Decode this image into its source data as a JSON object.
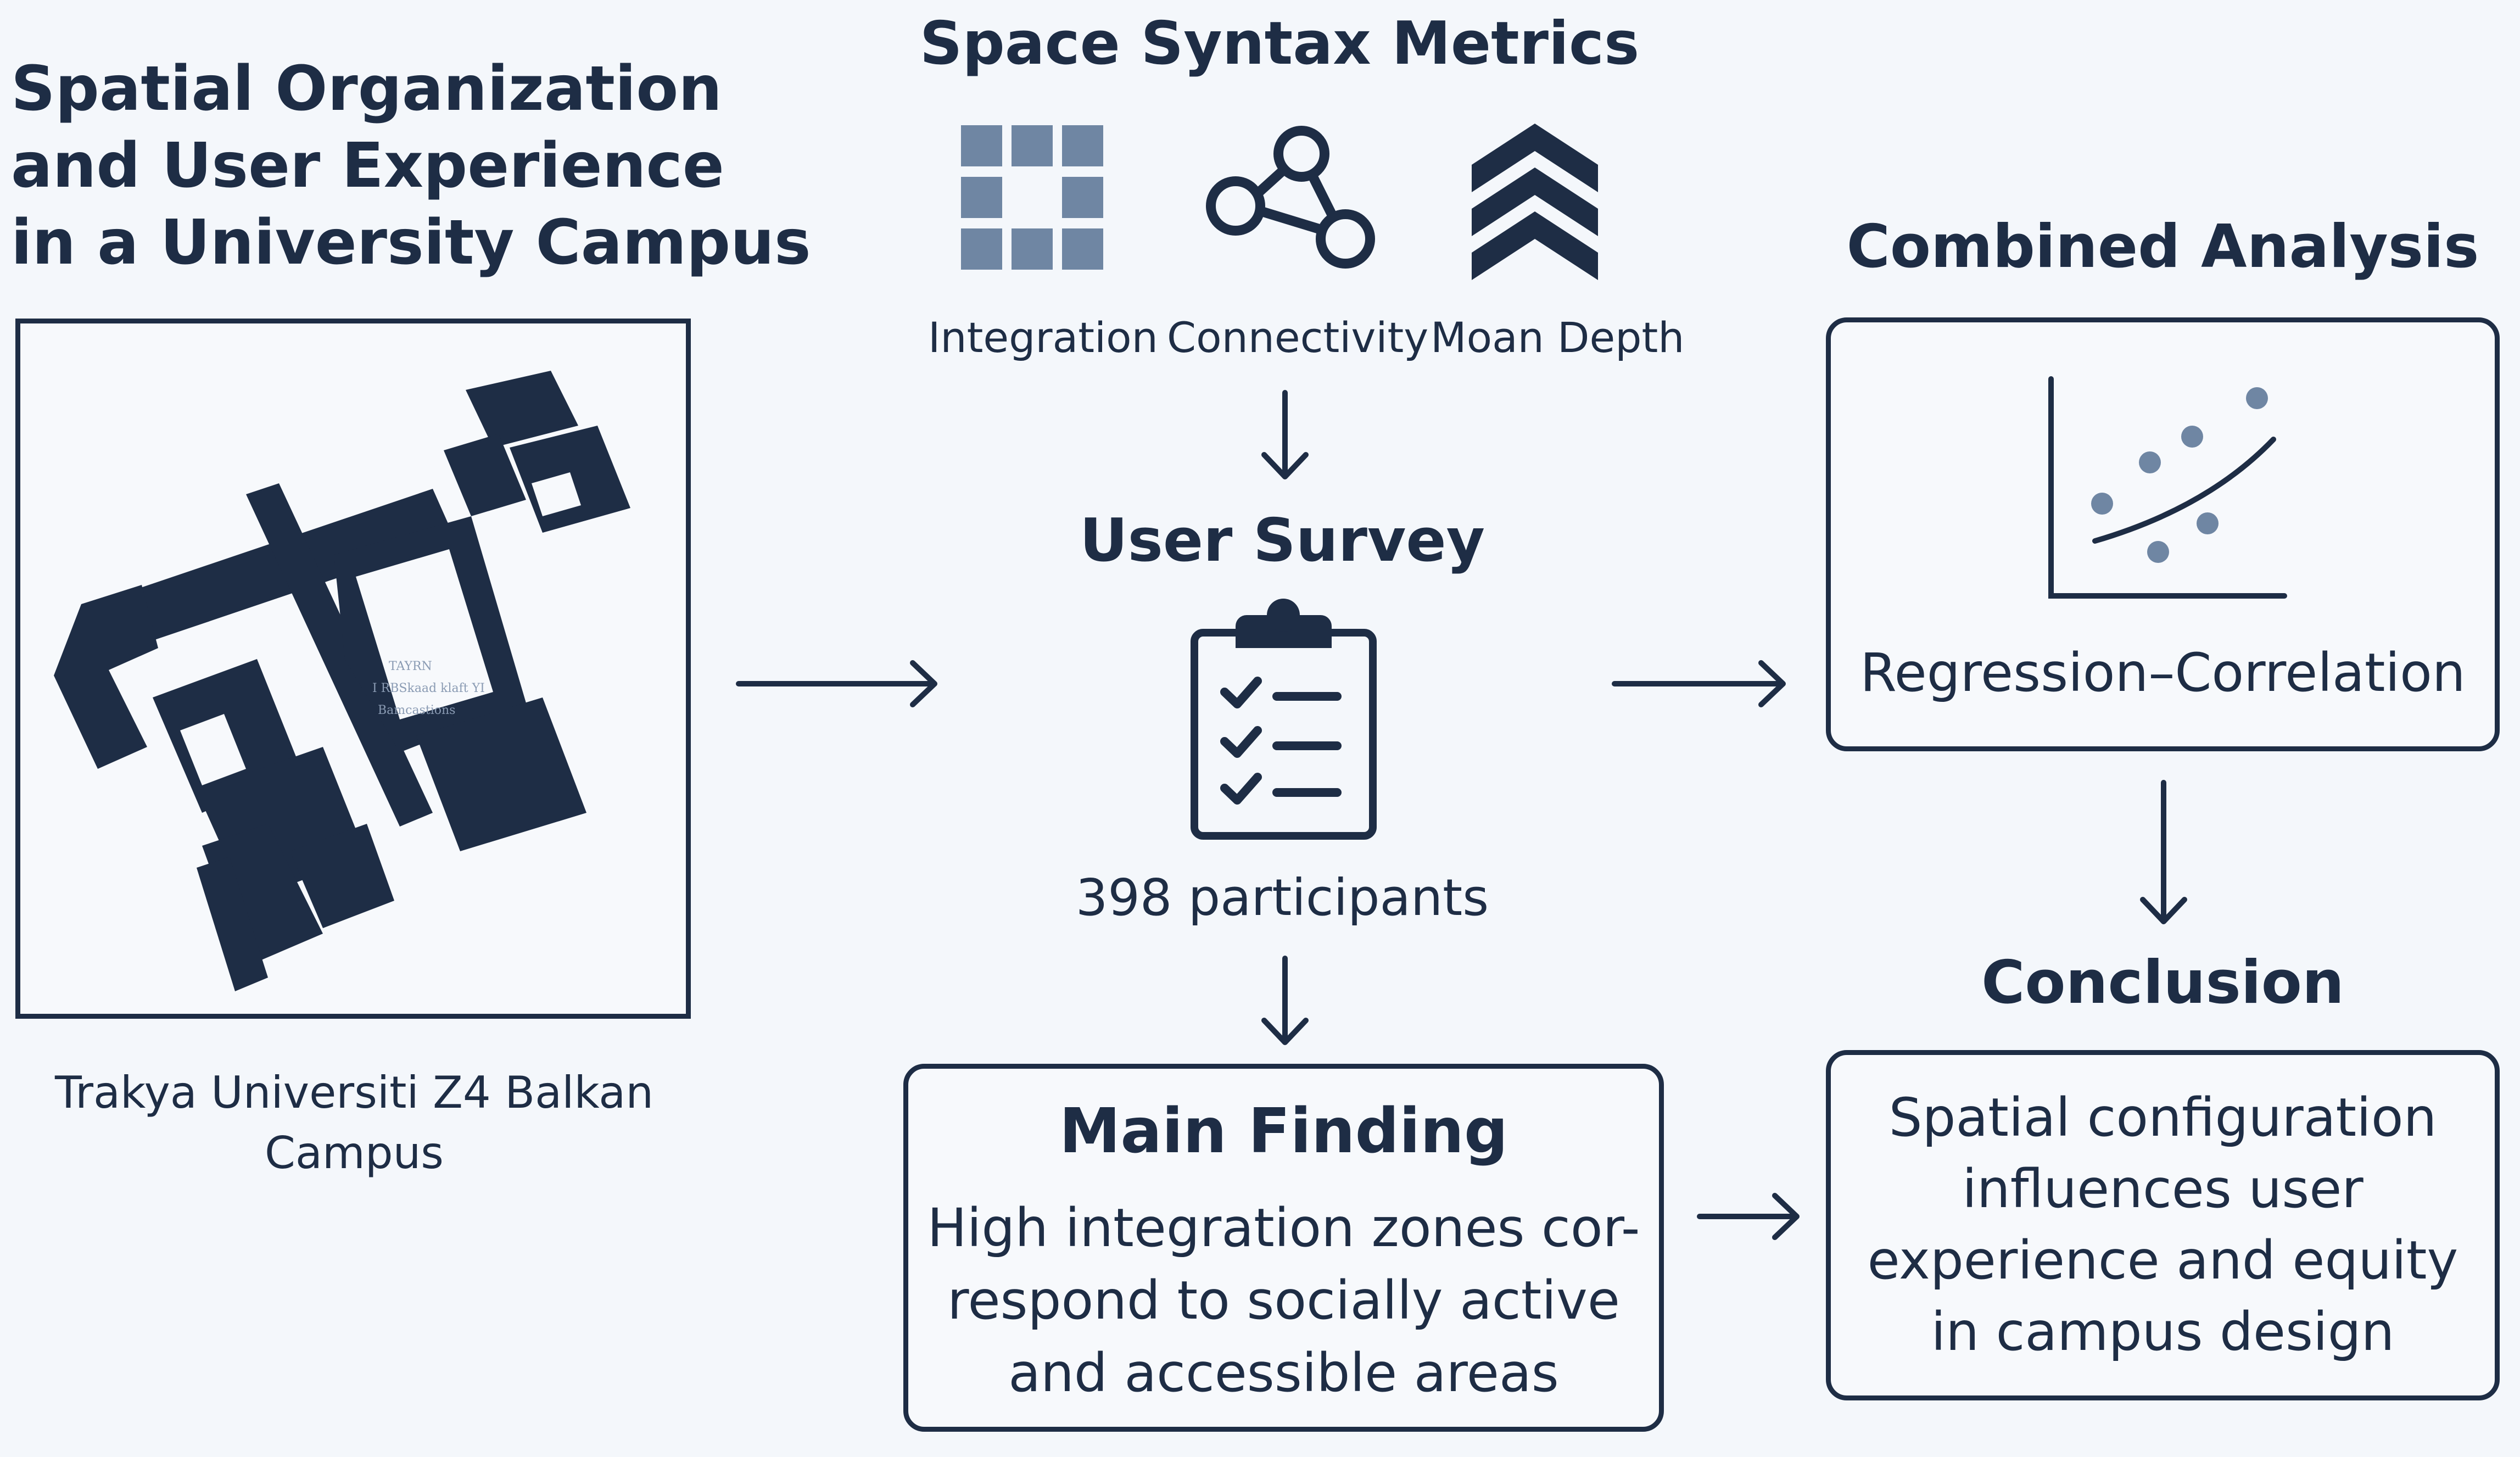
{
  "title_lines": [
    "Spatial Organization",
    "and User Experience",
    "in a University Campus"
  ],
  "map": {
    "caption_lines": [
      "Trakya Universiti Z4 Balkan",
      "Campus"
    ]
  },
  "metrics": {
    "title": "Space Syntax Metrics",
    "items": [
      {
        "label": "Integration",
        "icon": "grid-icon"
      },
      {
        "label": "Connectivity",
        "icon": "network-icon"
      },
      {
        "label": "Moan Depth",
        "icon": "chevrons-up-icon"
      }
    ]
  },
  "survey": {
    "title": "User Survey",
    "count": "398 participants",
    "icon": "clipboard-checklist-icon"
  },
  "finding": {
    "title": "Main Finding",
    "lines": [
      "High integration zones cor-",
      "respond to socially active",
      "and accessible areas"
    ]
  },
  "analysis": {
    "title": "Combined Analysis",
    "label": "Regression–Correlation",
    "icon": "scatter-plot-icon"
  },
  "conclusion": {
    "title": "Conclusion",
    "lines": [
      "Spatial configuration",
      "influences user",
      "experience and equity",
      "in campus design"
    ]
  },
  "colors": {
    "ink": "#1e2d45",
    "accent_fill": "#6f86a3",
    "background": "#f4f7fb"
  }
}
